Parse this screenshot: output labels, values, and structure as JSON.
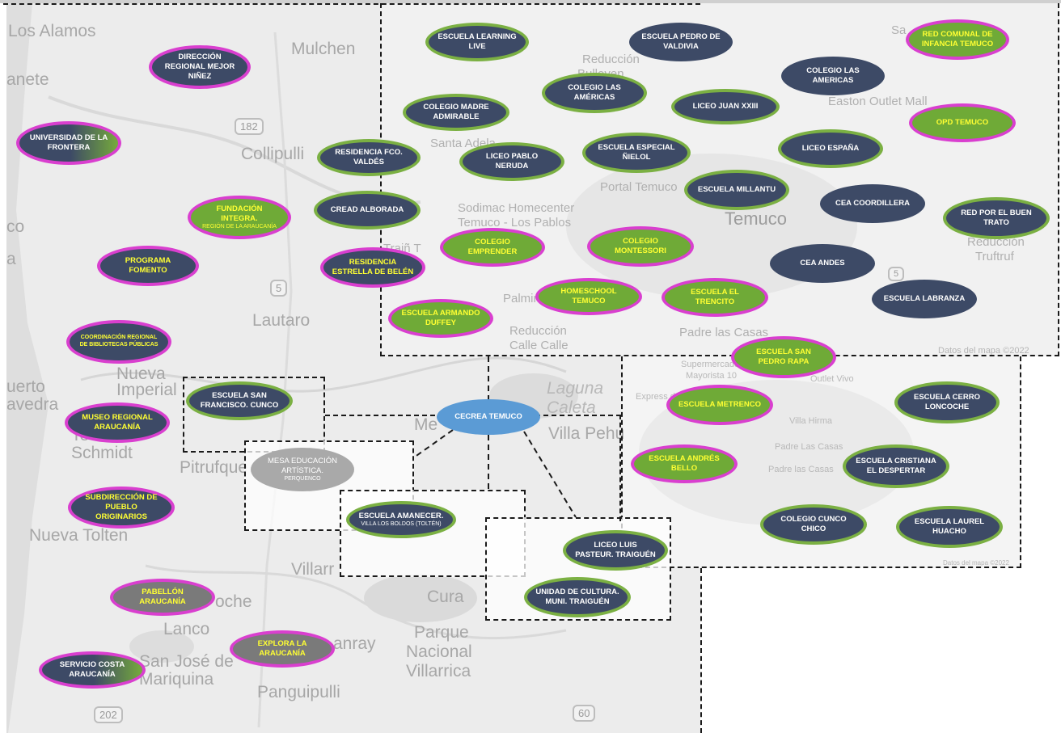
{
  "map_labels": {
    "los_alamos": "Los Alamos",
    "anete": "anete",
    "mulchen": "Mulchen",
    "collipulli": "Collipulli",
    "co": "co",
    "a": "a",
    "lautaro": "Lautaro",
    "nueva_imperial_1": "Nueva",
    "nueva_imperial_2": "Imperial",
    "uerto": "uerto",
    "avedra": "avedra",
    "teodoro_1": "Teodoro",
    "teodoro_2": "Schmidt",
    "pitrufquen": "Pitrufque",
    "nueva_tolten": "Nueva Tolten",
    "villarrica": "Villarr",
    "oche": "oche",
    "lanco": "Lanco",
    "san_jose_1": "San José de",
    "san_jose_2": "Mariquina",
    "panguipulli": "Panguipulli",
    "anray": "anray",
    "parque_1": "Parque",
    "parque_2": "Nacional",
    "parque_3": "Villarrica",
    "cura": "Cura",
    "laguna_1": "Laguna",
    "laguna_2": "Caleta",
    "villa_pehu": "Villa Pehu",
    "me": "Me",
    "reduccion_1": "Reducción",
    "reduccion_1b": "Bulleven",
    "santa_adela": "Santa Adela",
    "sodimac_1": "Sodimac Homecenter",
    "sodimac_2": "Temuco - Los Pablos",
    "portal_temuco": "Portal Temuco",
    "temuco": "Temuco",
    "easton": "Easton Outlet Mall",
    "reduccion_truf_1": "Reducción",
    "reduccion_truf_2": "Truftruf",
    "palmira": "Palmira",
    "reduccion_calle_1": "Reducción",
    "reduccion_calle_2": "Calle Calle",
    "padre_las_casas": "Padre las Casas",
    "sa": "Sa",
    "traiguen_map": "Traiñ T",
    "datos_1": "Datos del mapa ©2022",
    "datos_2": "Datos del mapa ©2022",
    "supermercado": "Supermercado",
    "mayorista": "Mayorista 10",
    "express": "Express de",
    "villa_hirma": "Villa Hirma",
    "padre_las_casas_2": "Padre Las Casas",
    "padre_las_casas_3": "Padre las Casas",
    "outlet": "Outlet Vivo",
    "route_182": "182",
    "route_5": "5",
    "route_202": "202",
    "route_60": "60",
    "route_5b": "5"
  },
  "nodes": {
    "direccion_regional": "Dirección regional mejor niñez",
    "universidad_frontera": "Universidad de la frontera",
    "fundacion_integra": "Fundación integra.",
    "fundacion_integra_tail": "Región de la Araucanía",
    "programa_fomento": "Programa fomento",
    "coordinacion_bibliotecas": "Coordinación regional de bibliotecas públicas",
    "museo_regional": "Museo regional Araucanía",
    "subdireccion_pueblos": "Subdirección de pueblo originarios",
    "pabellon_araucania": "Pabellón Araucanía",
    "explora_araucania": "Explora la Araucanía",
    "servicio_costa": "Servicio costa Araucanía",
    "escuela_learning": "Escuela learning live",
    "escuela_pedro_valdivia": "Escuela Pedro de Valdivia",
    "red_comunal": "Red comunal de infancia Temuco",
    "colegio_americas_1": "Colegio las Américas",
    "colegio_americas_2": "Colegio las americas",
    "colegio_madre": "Colegio madre admirable",
    "liceo_juan": "Liceo Juan XXIII",
    "opd_temuco": "OPD Temuco",
    "residencia_valdes": "Residencia Fco. Valdés",
    "liceo_pablo_neruda": "Liceo Pablo Neruda",
    "escuela_nielol": "Escuela especial Ñielol",
    "liceo_espana": "Liceo España",
    "escuela_millantu": "Escuela Millantu",
    "cea_coordillera": "CEA coordillera",
    "cread_alborada": "Cread Alborada",
    "red_buen_trato": "Red por el buen trato",
    "colegio_emprender": "Colegio emprender",
    "colegio_montessori": "Colegio Montessori",
    "residencia_estrella": "Residencia Estrella de Belén",
    "cea_andes": "CEA Andes",
    "homeschool": "Homeschool Temuco",
    "escuela_trencito": "Escuela el Trencito",
    "escuela_labranza": "Escuela labranza",
    "escuela_armando": "Escuela Armando Duffey",
    "escuela_san_pedro": "Escuela San Pedro Rapa",
    "escuela_san_francisco": "Escuela San Francisco. Cunco",
    "cecrea": "CECREA Temuco",
    "escuela_metrenco": "Escuela Metrenco",
    "escuela_cerro": "Escuela Cerro Loncoche",
    "mesa_educacion": "Mesa educación artística.",
    "mesa_tail": "Perquenco",
    "escuela_andres_bello": "Escuela Andrés Bello",
    "escuela_cristiana": "Escuela cristiana el despertar",
    "escuela_amanecer": "Escuela Amanecer.",
    "escuela_amanecer_tail": "Villa Los Boldos (Toltén)",
    "colegio_cunco": "Colegio Cunco chico",
    "escuela_laurel": "Escuela laurel huacho",
    "liceo_pasteur": "Liceo Luis Pasteur. Traiguén",
    "unidad_cultura": "Unidad de cultura. Muni. Traiguén"
  },
  "colors": {
    "navy": "#3d4a66",
    "green": "#6faa37",
    "green_border": "#7bb043",
    "magenta_border": "#d93fcf",
    "cecrea_blue": "#5b9bd5",
    "yellow_text": "#ffff33",
    "zone_border": "#1a1a1a"
  }
}
